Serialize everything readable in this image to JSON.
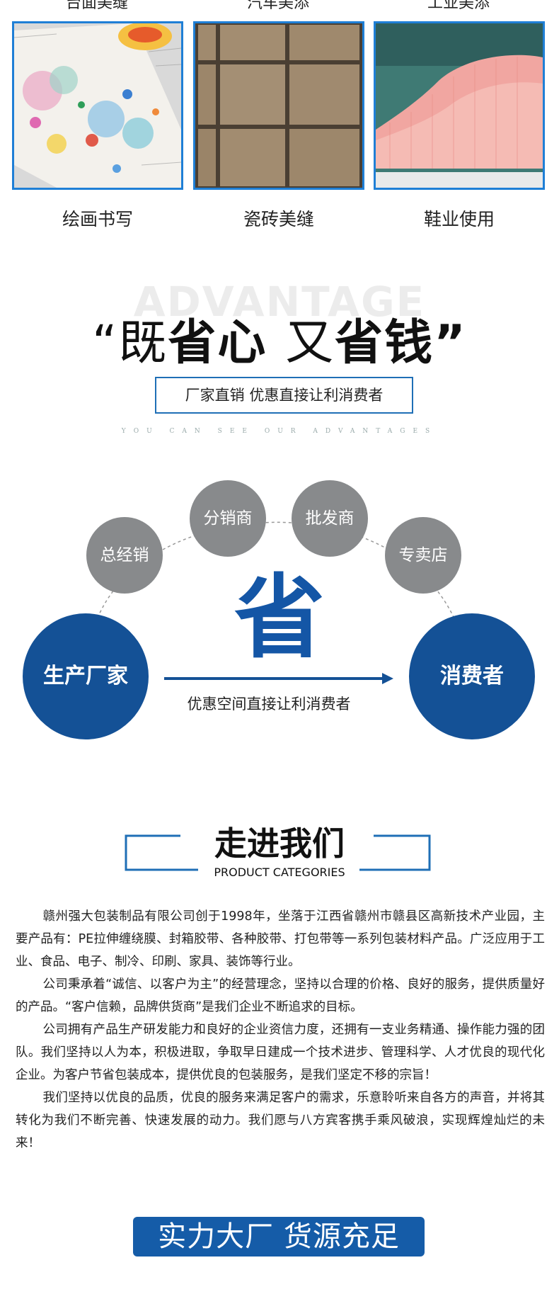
{
  "top_cropped_captions": [
    "台面美缝",
    "汽车美添",
    "工业美添"
  ],
  "applications": [
    {
      "label": "绘画书写"
    },
    {
      "label": "瓷砖美缝"
    },
    {
      "label": "鞋业使用"
    }
  ],
  "advantage": {
    "watermark": "ADVANTAGE",
    "title_open": "“既",
    "title_bold_1": "省心",
    "title_thin": "又",
    "title_bold_2": "省钱”",
    "boxed_tagline": "厂家直销 优惠直接让利消费者",
    "subtitle": "YOU CAN SEE OUR ADVANTAGES"
  },
  "diagram": {
    "channels": [
      "总经销",
      "分销商",
      "批发商",
      "专卖店"
    ],
    "source": "生产厂家",
    "target": "消费者",
    "center_char": "省",
    "arrow_caption": "优惠空间直接让利消费者",
    "colors": {
      "blue": "#145196",
      "gray": "#888a8c"
    }
  },
  "about": {
    "title": "走进我们",
    "subtitle": "PRODUCT CATEGORIES",
    "paragraphs": [
      "赣州强大包装制品有限公司创于1998年，坐落于江西省赣州市赣县区高新技术产业园，主要产品有：PE拉伸缠绕膜、封箱胶带、各种胶带、打包带等一系列包装材料产品。广泛应用于工业、食品、电子、制冷、印刷、家具、装饰等行业。",
      "公司秉承着“诚信、以客户为主”的经营理念，坚持以合理的价格、良好的服务，提供质量好的产品。“客户信赖，品牌供货商”是我们企业不断追求的目标。",
      "公司拥有产品生产研发能力和良好的企业资信力度，还拥有一支业务精通、操作能力强的团队。我们坚持以人为本，积极进取，争取早日建成一个技术进步、管理科学、人才优良的现代化企业。为客户节省包装成本，提供优良的包装服务，是我们坚定不移的宗旨！",
      "我们坚持以优良的品质，优良的服务来满足客户的需求，乐意聆听来自各方的声音，并将其转化为我们不断完善、快速发展的动力。我们愿与八方宾客携手乘风破浪，实现辉煌灿烂的未来！"
    ]
  },
  "footer_banner": "实力大厂 货源充足"
}
